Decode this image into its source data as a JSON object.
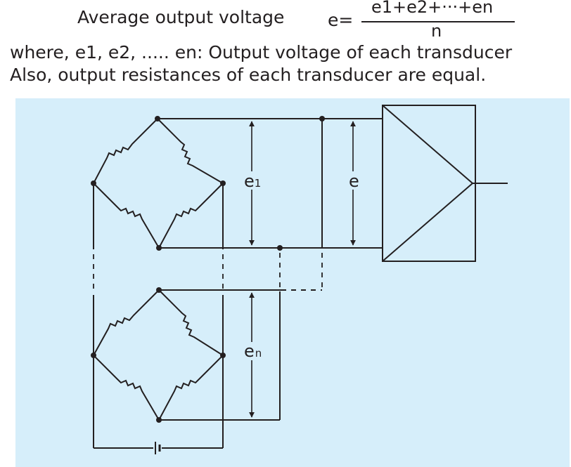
{
  "formula": {
    "label": "Average output voltage",
    "lhs": "e=",
    "numerator": "e1+e2+···+en",
    "denominator": "n"
  },
  "where_line": {
    "prefix": "where, ",
    "vars": "e1, e2, ..... en",
    "suffix": ": Output voltage of each transducer"
  },
  "note_line": "Also, output resistances of each transducer are equal.",
  "diagram": {
    "label_e1": "e1",
    "label_e": "e",
    "label_en": "en",
    "colors": {
      "background": "#d6eefa",
      "line": "#231f20"
    }
  }
}
